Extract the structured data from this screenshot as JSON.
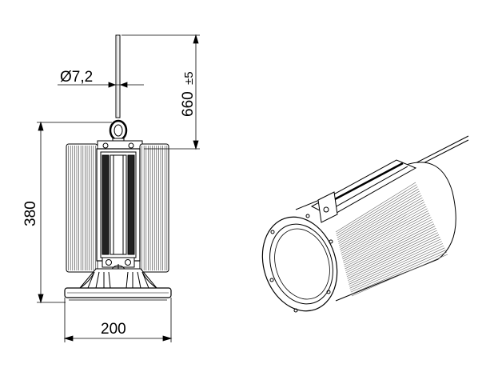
{
  "dimensions": {
    "cable_diameter": "Ø7,2",
    "cable_length": "660",
    "cable_length_tolerance": "±5",
    "height": "380",
    "width": "200"
  },
  "colors": {
    "line": "#000000",
    "fin": "#555555",
    "light_line": "#888888",
    "background": "#ffffff"
  }
}
